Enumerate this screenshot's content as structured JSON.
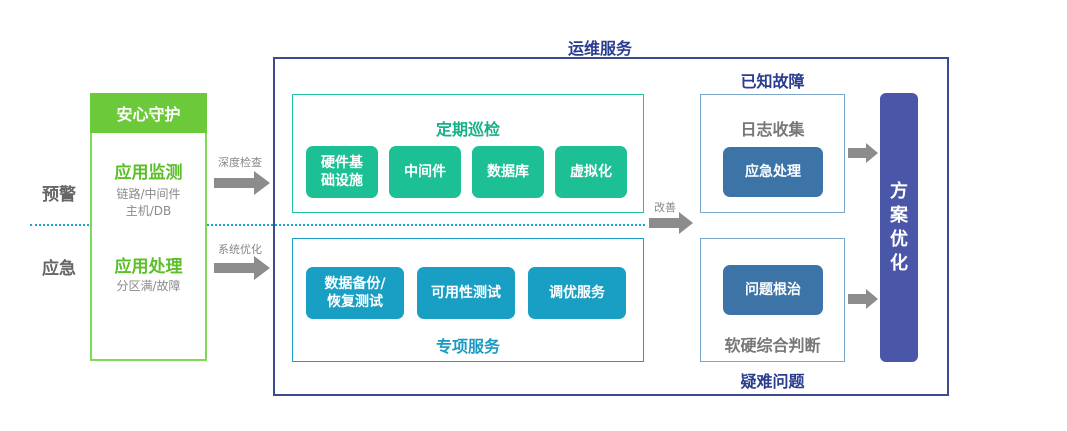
{
  "row_labels": {
    "warning": "预警",
    "emergency": "应急"
  },
  "green_panel": {
    "header": "安心守护",
    "monitor_title": "应用监测",
    "monitor_sub_1": "链路/中间件",
    "monitor_sub_2": "主机/DB",
    "handle_title": "应用处理",
    "handle_sub": "分区满/故障"
  },
  "arrows": {
    "deep_check": "深度检查",
    "system_opt": "系统优化",
    "improve": "改善"
  },
  "ops": {
    "title": "运维服务",
    "inspection": {
      "title": "定期巡检",
      "items": [
        "硬件基础设施",
        "中间件",
        "数据库",
        "虚拟化"
      ]
    },
    "special": {
      "title": "专项服务",
      "items": [
        "数据备份/恢复测试",
        "可用性测试",
        "调优服务"
      ]
    },
    "known": {
      "title": "已知故障",
      "box_title": "日志收集",
      "chip": "应急处理"
    },
    "hard": {
      "title": "疑难问题",
      "box_title": "软硬综合判断",
      "chip": "问题根治"
    },
    "optimize": "方案优化"
  },
  "colors": {
    "green": "#6cc93a",
    "teal": "#1dbf94",
    "blue": "#1a9fc4",
    "navy": "#3d4a8c",
    "slate": "#3d74a8",
    "arrow": "#8c8c8c"
  }
}
